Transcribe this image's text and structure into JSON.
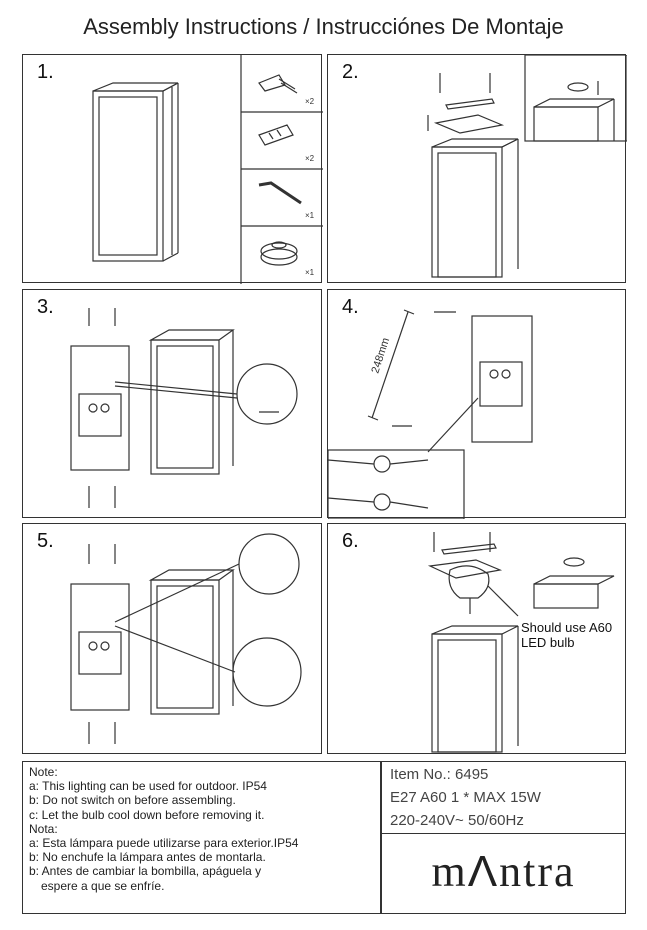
{
  "header": {
    "title": "Assembly Instructions / Instrucciónes De Montaje"
  },
  "steps": {
    "s1": {
      "label": "1."
    },
    "s2": {
      "label": "2."
    },
    "s3": {
      "label": "3."
    },
    "s4": {
      "label": "4."
    },
    "s5": {
      "label": "5."
    },
    "s6": {
      "label": "6."
    }
  },
  "parts": [
    {
      "icon": "screw-anchor-icon",
      "qty": "×2"
    },
    {
      "icon": "wall-plug-icon",
      "qty": "×2"
    },
    {
      "icon": "allen-key-icon",
      "qty": "×1"
    },
    {
      "icon": "cable-gland-icon",
      "qty": "×1"
    }
  ],
  "measure": {
    "spacing": "248mm"
  },
  "bulb_note": {
    "line1": "Should use A60",
    "line2": "LED bulb"
  },
  "notes": {
    "en_heading": "Note:",
    "en": [
      "a: This lighting can be used for outdoor. IP54",
      "b: Do not switch on before assembling.",
      "c: Let the bulb cool down before removing it."
    ],
    "es_heading": "Nota:",
    "es": [
      "a: Esta lámpara puede utilizarse para exterior.IP54",
      "b: No enchufe la lámpara antes de montarla.",
      "b: Antes de cambiar la bombilla, apáguela y",
      "espere a que se enfríe."
    ]
  },
  "product": {
    "item_no": "Item No.: 6495",
    "spec": "E27 A60  1 * MAX 15W",
    "voltage": "220-240V~ 50/60Hz",
    "brand": "mAntra"
  }
}
